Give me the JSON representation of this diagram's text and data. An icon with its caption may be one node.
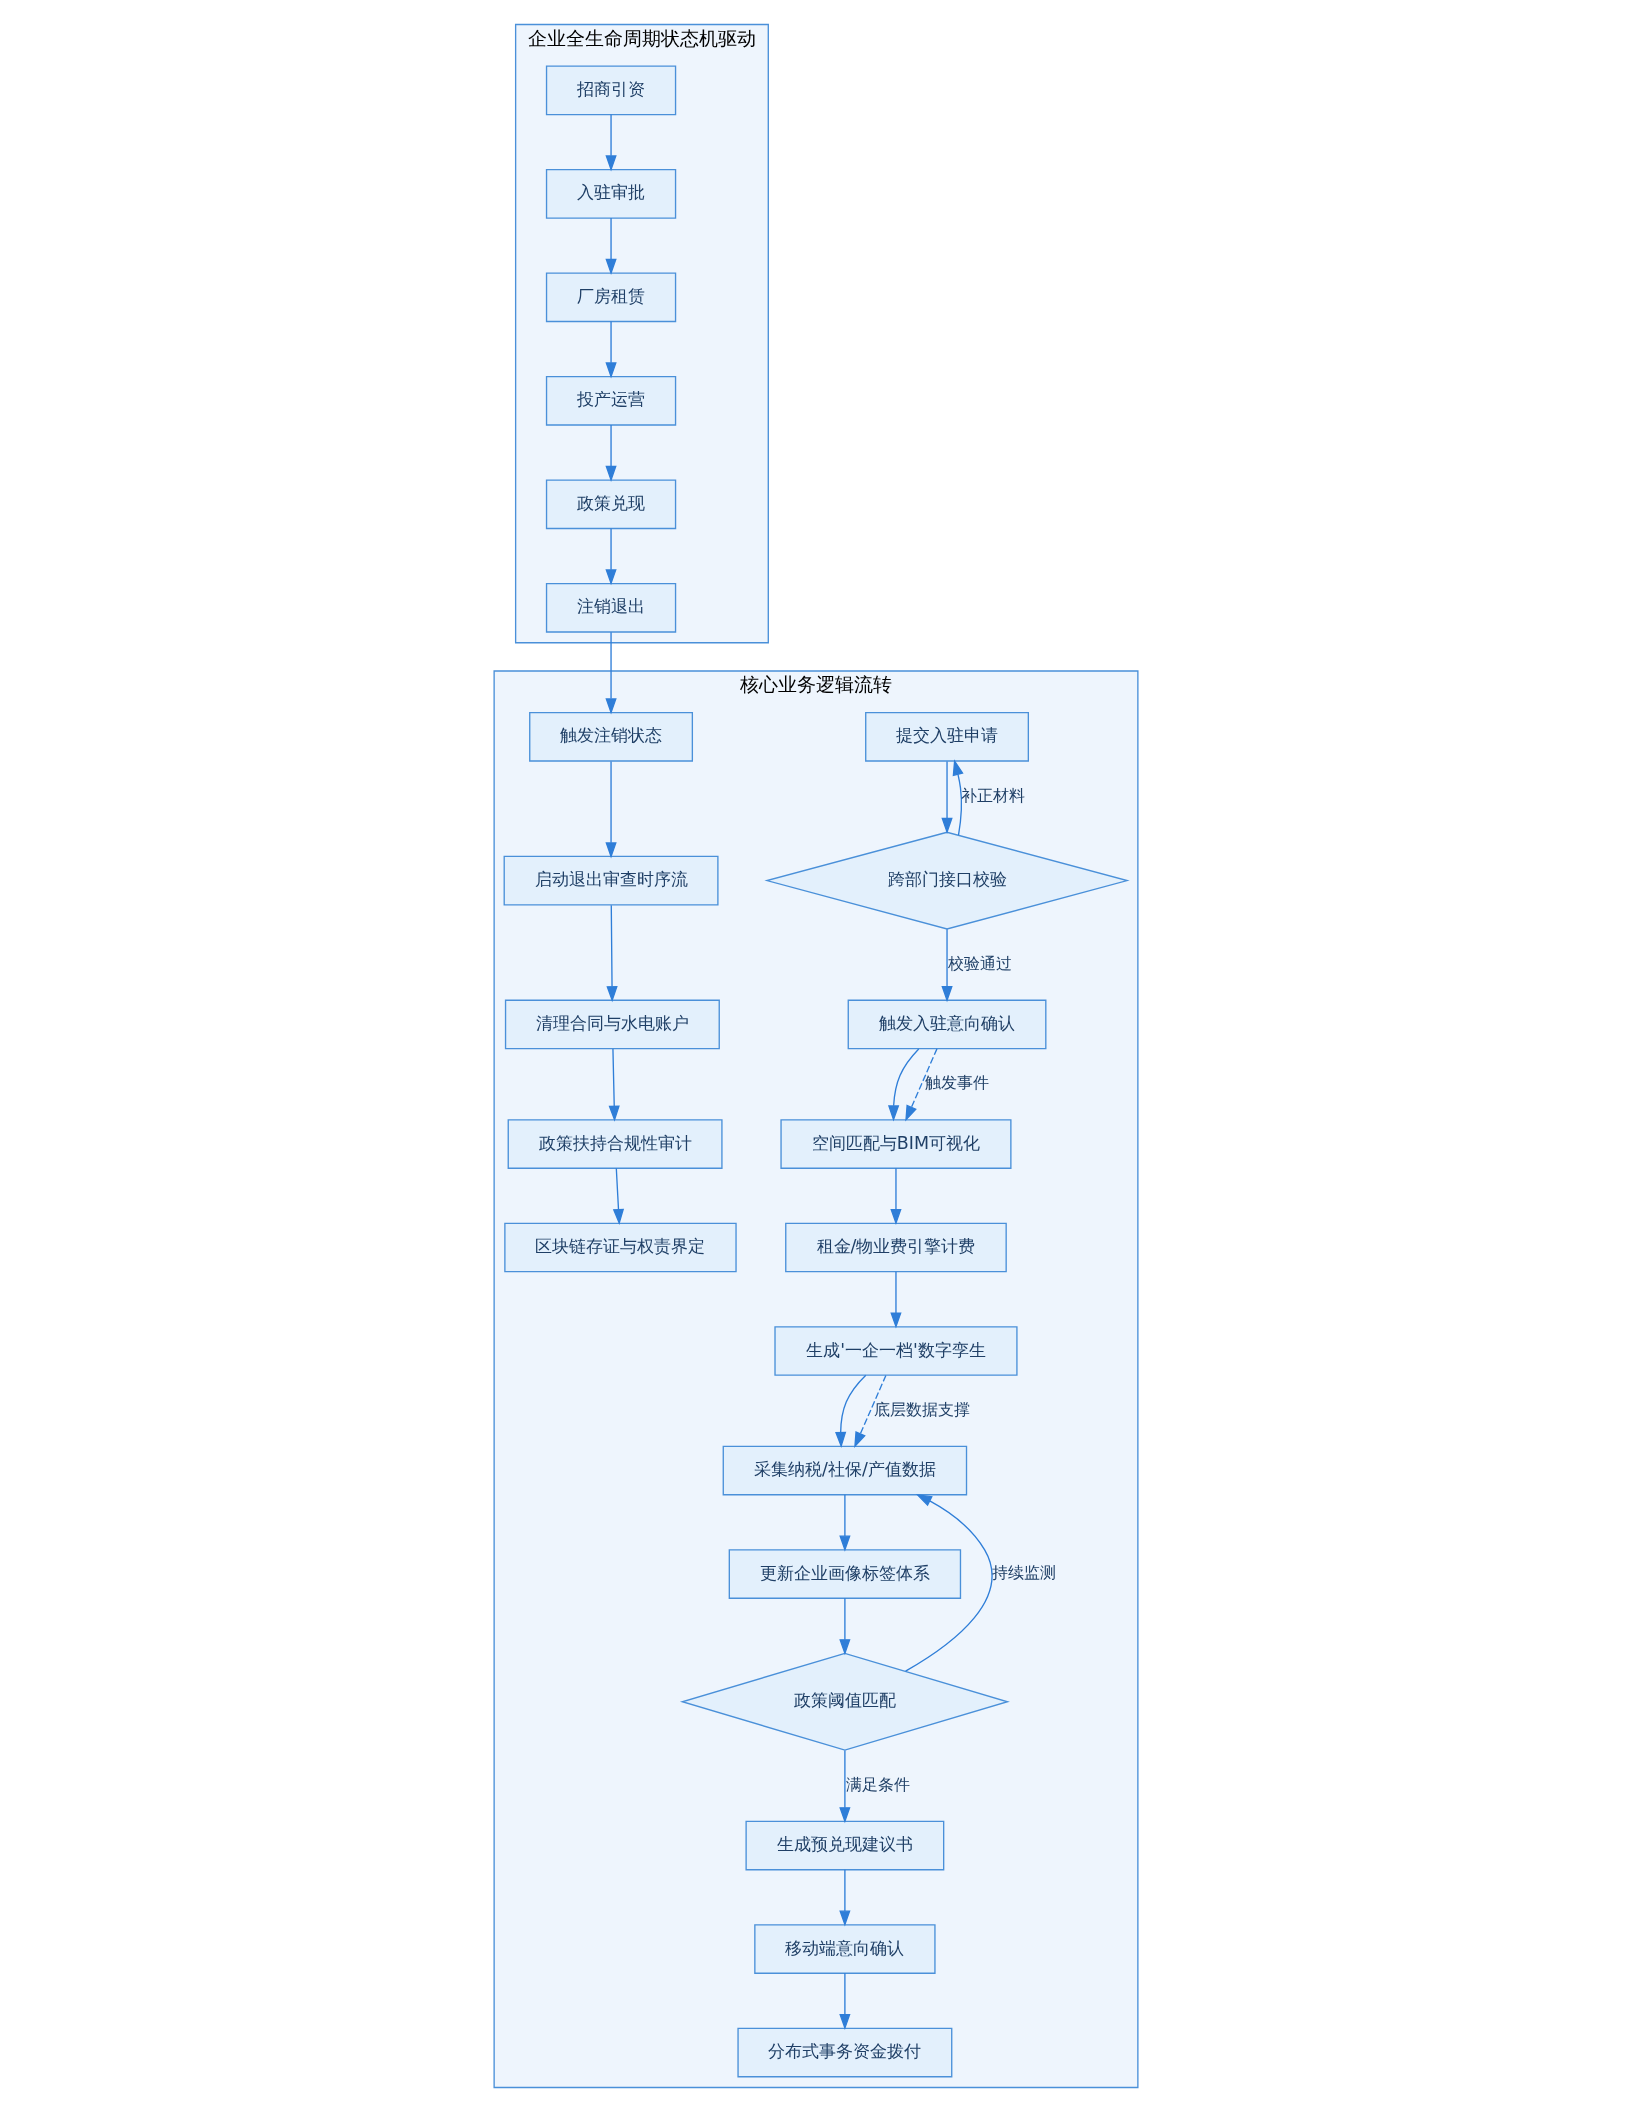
{
  "diagram": {
    "nodes": [
      {
        "text": [
          "核心业务逻辑流转"
        ]
      },
      {
        "text": [
          "提交入驻申请"
        ],
        "in": 0
      },
      {
        "text": [
          "跨部门接口校验"
        ],
        "in": 0
      },
      {
        "text": [
          "触发入驻意向确认"
        ],
        "in": 0
      },
      {
        "text": [
          "空间匹配与BIM可视化"
        ],
        "in": 0
      },
      {
        "text": [
          "租金/物业费引擎计费"
        ],
        "in": 0
      },
      {
        "text": [
          "生成'一企一档'数字孪生"
        ],
        "in": 0
      },
      {
        "text": [
          "采集纳税/社保/产值数据"
        ],
        "in": 0
      },
      {
        "text": [
          "更新企业画像标签体系"
        ],
        "in": 0
      },
      {
        "text": [
          "政策阈值匹配"
        ],
        "in": 0
      },
      {
        "text": [
          "生成预兑现建议书"
        ],
        "in": 0
      },
      {
        "text": [
          "移动端意向确认"
        ],
        "in": 0
      },
      {
        "text": [
          "分布式事务资金拨付"
        ],
        "in": 0
      },
      {
        "text": [
          "触发注销状态"
        ],
        "in": 0
      },
      {
        "text": [
          "启动退出审查时序流"
        ],
        "in": 0
      },
      {
        "text": [
          "清理合同与水电账户"
        ],
        "in": 0
      },
      {
        "text": [
          "政策扶持合规性审计"
        ],
        "in": 0
      },
      {
        "text": [
          "区块链存证与权责界定"
        ],
        "in": 0
      },
      {
        "text": [
          "企业全生命周期状态机驱动"
        ]
      },
      {
        "text": [
          "招商引资"
        ],
        "in": 18
      },
      {
        "text": [
          "入驻审批"
        ],
        "in": 18
      },
      {
        "text": [
          "厂房租赁"
        ],
        "in": 18
      },
      {
        "text": [
          "投产运营"
        ],
        "in": 18
      },
      {
        "text": [
          "政策兑现"
        ],
        "in": 18
      },
      {
        "text": [
          "注销退出"
        ],
        "in": 18
      }
    ],
    "edges": [
      {
        "from": 1,
        "to": 2,
        "arrow": "to"
      },
      {
        "from": 2,
        "to": 1,
        "arrow": "to",
        "label": "补正材料"
      },
      {
        "from": 2,
        "to": 3,
        "arrow": "to",
        "label": "校验通过"
      },
      {
        "from": 3,
        "to": 4,
        "arrow": "to"
      },
      {
        "from": 3,
        "to": 4,
        "arrow": "to",
        "label": "触发事件",
        "style": "dashed"
      },
      {
        "from": 4,
        "to": 5,
        "arrow": "to"
      },
      {
        "from": 5,
        "to": 6,
        "arrow": "to"
      },
      {
        "from": 6,
        "to": 7,
        "arrow": "to"
      },
      {
        "from": 6,
        "to": 7,
        "arrow": "to",
        "label": "底层数据支撑",
        "style": "dashed"
      },
      {
        "from": 7,
        "to": 8,
        "arrow": "to"
      },
      {
        "from": 8,
        "to": 9,
        "arrow": "to"
      },
      {
        "from": 9,
        "to": 7,
        "arrow": "to",
        "label": "持续监测"
      },
      {
        "from": 9,
        "to": 10,
        "arrow": "to",
        "label": "满足条件"
      },
      {
        "from": 10,
        "to": 11,
        "arrow": "to"
      },
      {
        "from": 11,
        "to": 12,
        "arrow": "to"
      },
      {
        "from": 24,
        "to": 13,
        "arrow": "to"
      },
      {
        "from": 13,
        "to": 14,
        "arrow": "to"
      },
      {
        "from": 14,
        "to": 15,
        "arrow": "to"
      },
      {
        "from": 15,
        "to": 16,
        "arrow": "to"
      },
      {
        "from": 16,
        "to": 17,
        "arrow": "to"
      },
      {
        "from": 19,
        "to": 20,
        "arrow": "to"
      },
      {
        "from": 20,
        "to": 21,
        "arrow": "to"
      },
      {
        "from": 21,
        "to": 22,
        "arrow": "to"
      },
      {
        "from": 22,
        "to": 23,
        "arrow": "to"
      },
      {
        "from": 23,
        "to": 24,
        "arrow": "to"
      }
    ]
  }
}
